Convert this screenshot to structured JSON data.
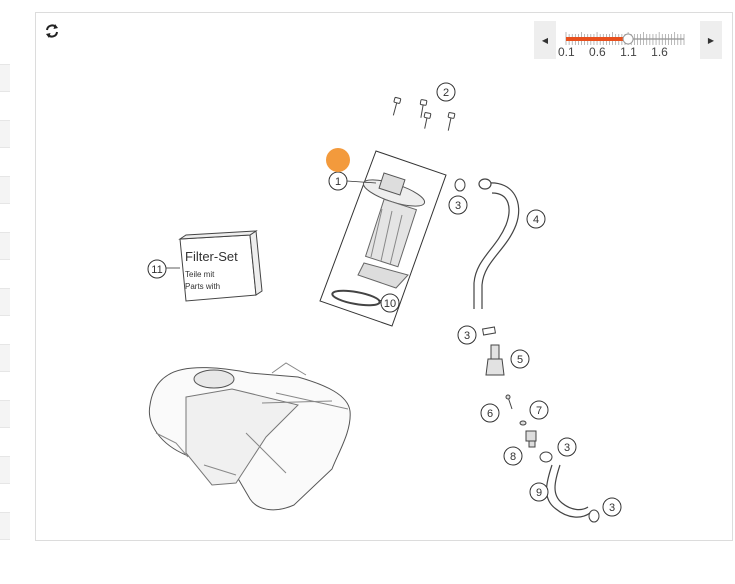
{
  "zoom": {
    "labels": [
      "0.1",
      "0.6",
      "1.1",
      "1.6"
    ],
    "value": 1.1,
    "min": 0.1,
    "max": 2.0,
    "prev_icon": "caret-left-icon",
    "next_icon": "caret-right-icon",
    "accent": "#e8501e"
  },
  "toolbar": {
    "refresh_icon": "refresh-icon"
  },
  "hotspot": {
    "color": "#f39a3c",
    "part": "1"
  },
  "callouts": [
    "1",
    "2",
    "3",
    "3",
    "3",
    "3",
    "4",
    "5",
    "6",
    "7",
    "8",
    "9",
    "10",
    "11"
  ],
  "filter_set": {
    "title": "Filter-Set",
    "line1": "Teile mit",
    "line2": "Parts with"
  }
}
